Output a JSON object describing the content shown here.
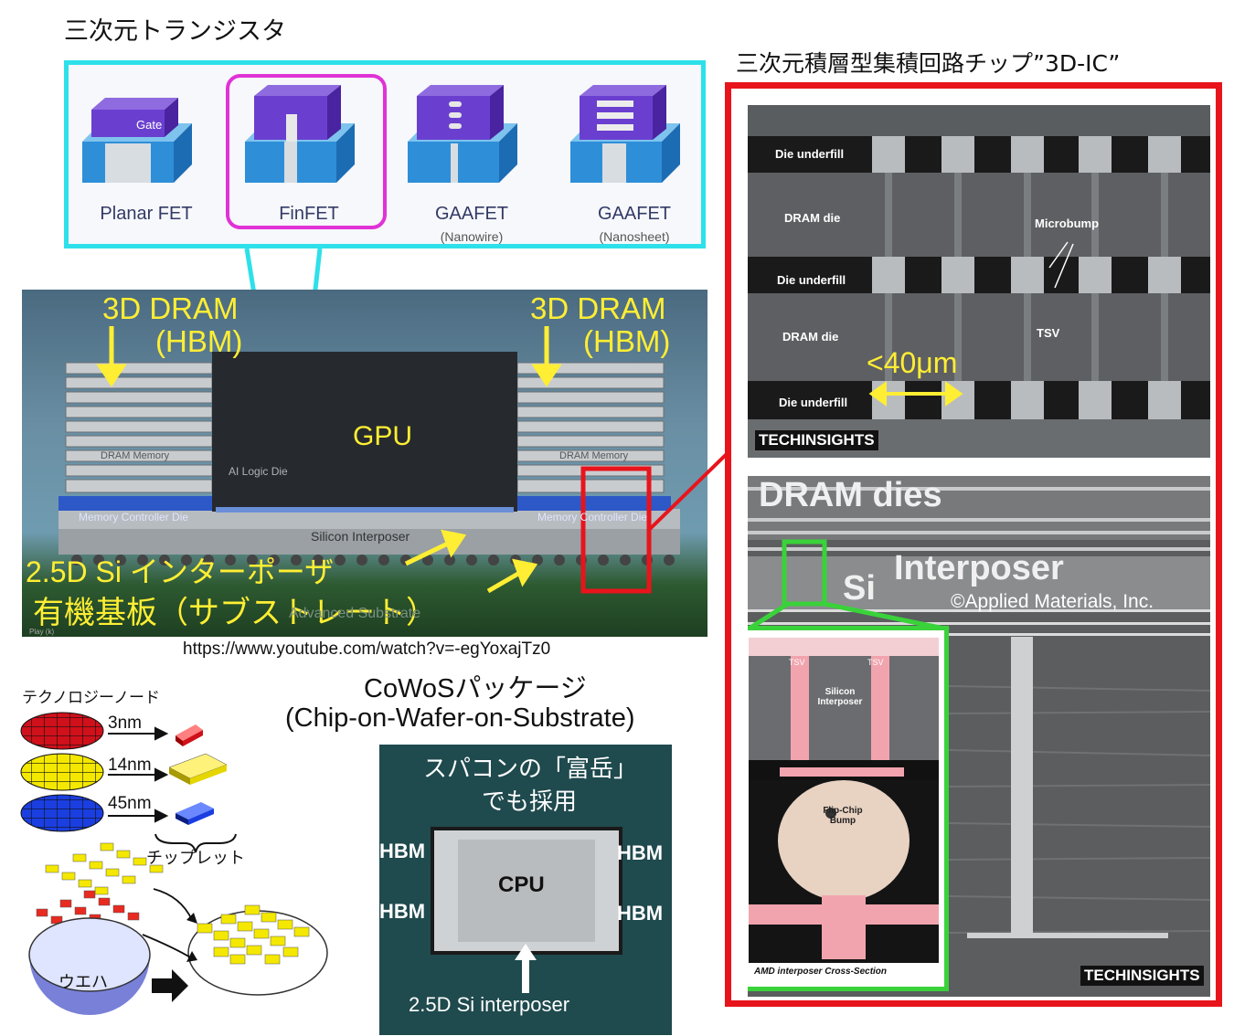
{
  "headings": {
    "transistor": "三次元トランジスタ",
    "ic": "三次元積層型集積回路チップ”3D-IC”"
  },
  "transistors": [
    {
      "label": "Planar FET",
      "sub": "",
      "gate": "Gate"
    },
    {
      "label": "FinFET",
      "sub": ""
    },
    {
      "label": "GAAFET",
      "sub": "(Nanowire)"
    },
    {
      "label": "GAAFET",
      "sub": "(Nanosheet)"
    }
  ],
  "cowos_image": {
    "hbm_left": [
      "3D DRAM",
      "(HBM)"
    ],
    "hbm_right": [
      "3D DRAM",
      "(HBM)"
    ],
    "gpu": "GPU",
    "ai_logic": "AI Logic Die",
    "dram_memory_left": "DRAM Memory",
    "dram_memory_right": "DRAM Memory",
    "mem_ctrl_left": "Memory Controller Die",
    "mem_ctrl_right": "Memory Controller Die",
    "silicon_interposer": "Silicon Interposer",
    "interposer_jp": "2.5D Si インターポーザ",
    "substrate_jp": "有機基板（サブストレート）",
    "advanced_substrate": "Advanced Substrate",
    "play": "Play (k)"
  },
  "source_url": "https://www.youtube.com/watch?v=-egYoxajTz0",
  "cowos_title": "CoWoSパッケージ",
  "cowos_subtitle": "(Chip-on-Wafer-on-Substrate)",
  "tech_node": {
    "title": "テクノロジーノード",
    "nodes": [
      "3nm",
      "14nm",
      "45nm"
    ],
    "chiplet": "チップレット",
    "wafer": "ウエハ",
    "colors": [
      "#d0101a",
      "#f4e800",
      "#1a3ee0"
    ]
  },
  "fugaku": {
    "caption_line1": "スパコンの「富岳」",
    "caption_line2": "でも採用",
    "hbm": [
      "HBM",
      "HBM",
      "HBM",
      "HBM"
    ],
    "cpu": "CPU",
    "interposer": "2.5D Si interposer"
  },
  "sem_top": {
    "labels": [
      "Die underfill",
      "DRAM die",
      "Die underfill",
      "DRAM die",
      "Die underfill"
    ],
    "microbump": "Microbump",
    "tsv": "TSV",
    "pitch": "<40μm",
    "brand": "TECHINSIGHTS"
  },
  "sem_bottom": {
    "dram_dies": "DRAM dies",
    "interposer": "Interposer",
    "si": "Si",
    "credit": "©Applied Materials, Inc.",
    "tsv_left": "TSV",
    "tsv_right": "TSV",
    "silicon_interposer": "Silicon Interposer",
    "flip_chip": "Flip-Chip Bump",
    "caption": "AMD interposer Cross-Section",
    "brand": "TECHINSIGHTS"
  }
}
